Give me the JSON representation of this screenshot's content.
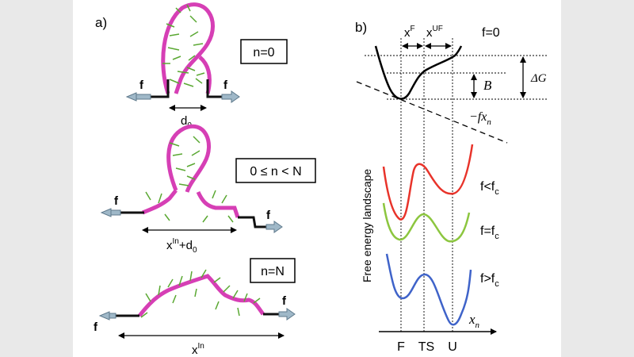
{
  "panel_a": {
    "label": "a)",
    "states": [
      {
        "box": "n=0",
        "force_left": "f",
        "force_right": "f",
        "extension": "d",
        "extension_sub": "0"
      },
      {
        "box": "0 ≤ n < N",
        "force_left": "f",
        "force_right": "f",
        "extension": "x",
        "extension_sup": "In",
        "extension_tail": "+d",
        "extension_tail_sub": "0"
      },
      {
        "box": "n=N",
        "force_left": "f",
        "force_right": "f",
        "extension": "x",
        "extension_sup": "In"
      }
    ]
  },
  "panel_b": {
    "label": "b)",
    "top_condition": "f=0",
    "xF": "x",
    "xF_sup": "F",
    "xUF": "x",
    "xUF_sup": "UF",
    "deltaG": "ΔG",
    "barrier": "B",
    "tilt_label": "−fx",
    "tilt_sub": "n",
    "y_axis_label": "Free energy landscape",
    "x_axis_label": "x",
    "x_axis_sub": "n",
    "ticks": [
      "F",
      "TS",
      "U"
    ],
    "curves": [
      {
        "label": "f<f",
        "label_sub": "c",
        "color": "#e8332a"
      },
      {
        "label": "f=f",
        "label_sub": "c",
        "color": "#8cc63f"
      },
      {
        "label": "f>f",
        "label_sub": "c",
        "color": "#3f63c9"
      }
    ]
  },
  "colors": {
    "strand": "#d63fb5",
    "bases": "#5aa832",
    "pointer": "#9fb8c8",
    "side_panel": "#e9e9e9"
  }
}
